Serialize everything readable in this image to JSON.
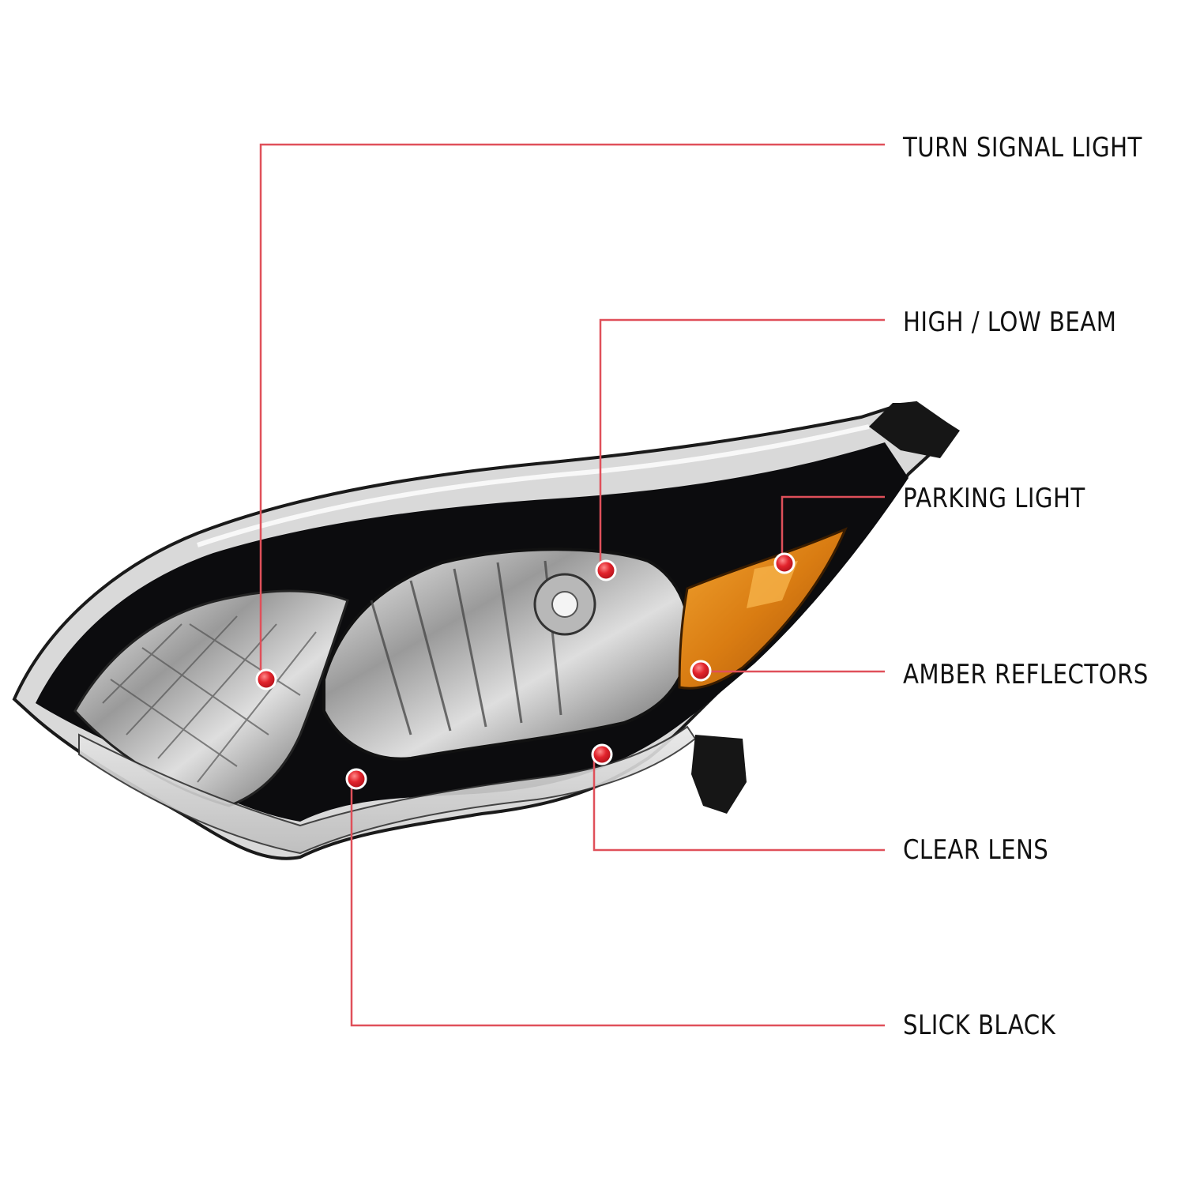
{
  "diagram": {
    "subject": "headlight-assembly",
    "colors": {
      "leader_line": "#e0505a",
      "callout_dot": "#e0202a",
      "housing": "#0c0c0e",
      "amber": "#e08a1a",
      "label_text": "#111111",
      "background": "#ffffff"
    },
    "callouts": [
      {
        "id": "turn-signal-light",
        "label": "TURN SIGNAL LIGHT"
      },
      {
        "id": "high-low-beam",
        "label": "HIGH / LOW BEAM"
      },
      {
        "id": "parking-light",
        "label": "PARKING LIGHT"
      },
      {
        "id": "amber-reflectors",
        "label": "AMBER REFLECTORS"
      },
      {
        "id": "clear-lens",
        "label": "CLEAR LENS"
      },
      {
        "id": "slick-black",
        "label": "SLICK BLACK"
      }
    ]
  }
}
